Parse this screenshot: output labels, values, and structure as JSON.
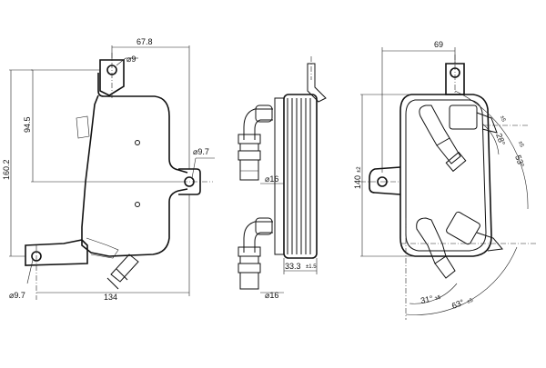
{
  "dimensions": {
    "front_width": "67.8",
    "front_mount_hole": "⌀9",
    "front_side_hole": "⌀9.7",
    "front_vertical_offset": "94.5",
    "front_total_height": "160.2",
    "front_bottom_hole": "⌀9.7",
    "front_total_width": "134",
    "side_port_top": "⌀16",
    "side_port_bottom": "⌀16",
    "side_thickness": "33.3",
    "side_thickness_tol": "±1.5",
    "rear_width": "69",
    "rear_height": "140",
    "rear_height_tol": "±2",
    "rear_angle_1": "28°",
    "rear_angle_1_tol": "±5",
    "rear_angle_2": "53°",
    "rear_angle_2_tol": "±5",
    "rear_angle_3": "31°",
    "rear_angle_3_tol": "±5",
    "rear_angle_4": "63°",
    "rear_angle_4_tol": "±5"
  }
}
